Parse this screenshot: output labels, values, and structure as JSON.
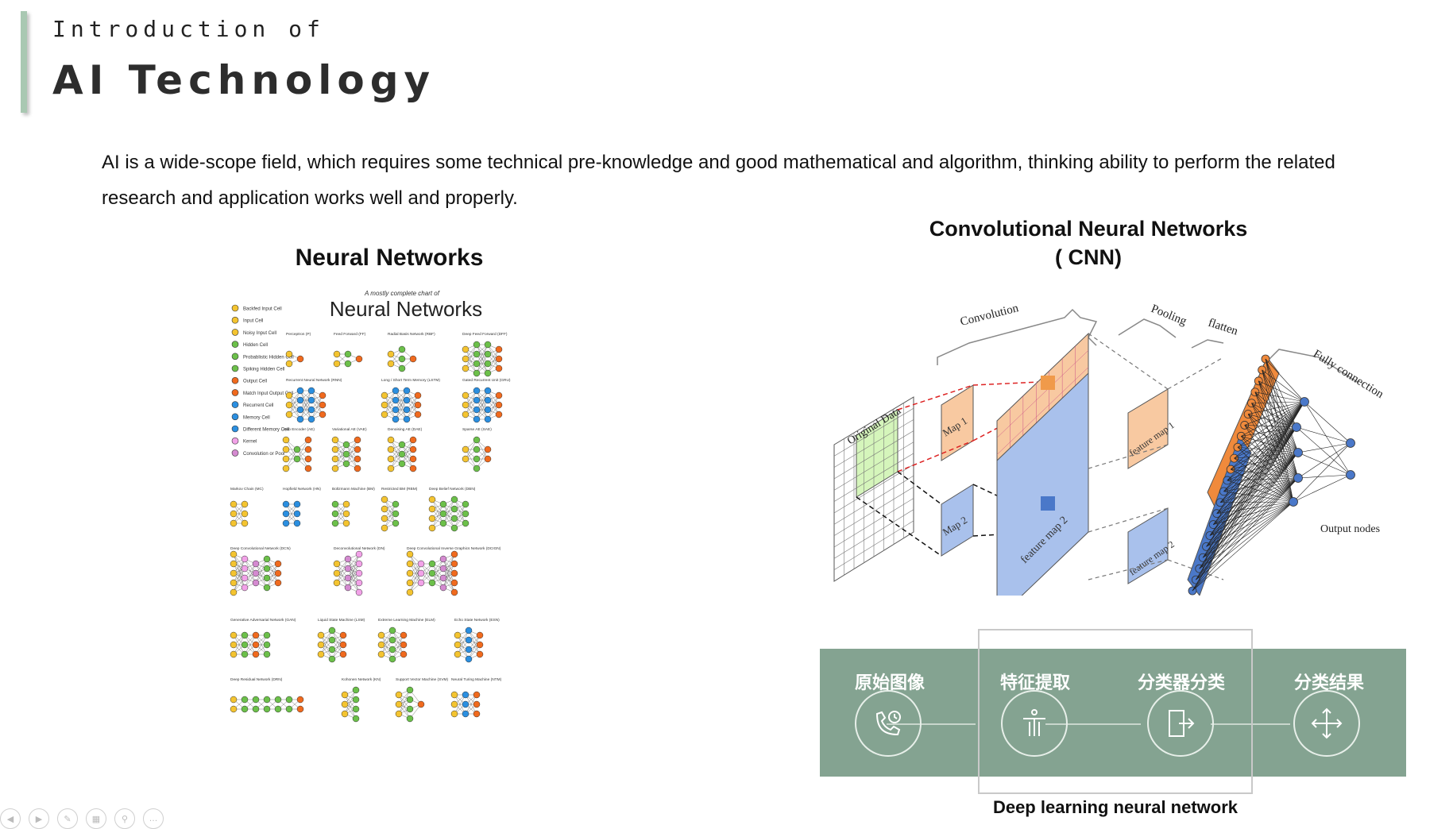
{
  "header": {
    "title_line1": "Introduction of",
    "title_line2": "AI Technology"
  },
  "intro_text": "AI is a wide-scope field, which requires some technical pre-knowledge and good mathematical and algorithm, thinking ability to perform the related research and application works well and properly.",
  "left_figure": {
    "heading": "Neural Networks",
    "chart_subtitle": "A mostly complete chart of",
    "chart_title": "Neural Networks",
    "legend": [
      "Backfed Input Cell",
      "Input Cell",
      "Noisy Input Cell",
      "Hidden Cell",
      "Probablistic Hidden Cell",
      "Spiking Hidden Cell",
      "Output Cell",
      "Match Input Output Cell",
      "Recurrent Cell",
      "Memory Cell",
      "Different Memory Cell",
      "Kernel",
      "Convolution or Pool"
    ],
    "networks": [
      "Perceptron (P)",
      "Feed Forward (FF)",
      "Radial Basis Network (RBF)",
      "Deep Feed Forward (DFF)",
      "Recurrent Neural Network (RNN)",
      "Long / Short Term Memory (LSTM)",
      "Gated Recurrent Unit (GRU)",
      "Auto Encoder (AE)",
      "Variational AE (VAE)",
      "Denoising AE (DAE)",
      "Sparse AE (SAE)",
      "Markov Chain (MC)",
      "Hopfield Network (HN)",
      "Boltzmann Machine (BM)",
      "Restricted BM (RBM)",
      "Deep Belief Network (DBN)",
      "Deep Convolutional Network (DCN)",
      "Deconvolutional Network (DN)",
      "Deep Convolutional Inverse Graphics Network (DCIGN)",
      "Generative Adversarial Network (GAN)",
      "Liquid State Machine (LSM)",
      "Extreme Learning Machine (ELM)",
      "Echo State Network (ESN)",
      "Deep Residual Network (DRN)",
      "Kohonen Network (KN)",
      "Support Vector Machine (SVM)",
      "Neural Turing Machine (NTM)"
    ]
  },
  "right_figure": {
    "heading_line1": "Convolutional Neural Networks",
    "heading_line2": "( CNN)",
    "labels": {
      "convolution": "Convolution",
      "pooling": "Pooling",
      "flatten": "flatten",
      "fully_connection": "Fully connection",
      "original_data": "Original Data",
      "map1": "Map 1",
      "map2": "Map 2",
      "feature_map1": "feature map 1",
      "feature_map2": "feature map 2",
      "output_nodes": "Output nodes"
    }
  },
  "flow": {
    "steps": [
      {
        "label": "原始图像",
        "icon": "phone-clock-icon"
      },
      {
        "label": "特征提取",
        "icon": "person-extract-icon"
      },
      {
        "label": "分类器分类",
        "icon": "door-exit-icon"
      },
      {
        "label": "分类结果",
        "icon": "move-arrows-icon"
      }
    ],
    "caption": "Deep learning neural network",
    "colors": {
      "band": "#84a391",
      "highlight_box": "#c9c9c9"
    }
  },
  "toolbar": {
    "buttons": [
      "previous-icon",
      "next-icon",
      "pen-icon",
      "slides-icon",
      "zoom-icon",
      "more-icon"
    ]
  }
}
